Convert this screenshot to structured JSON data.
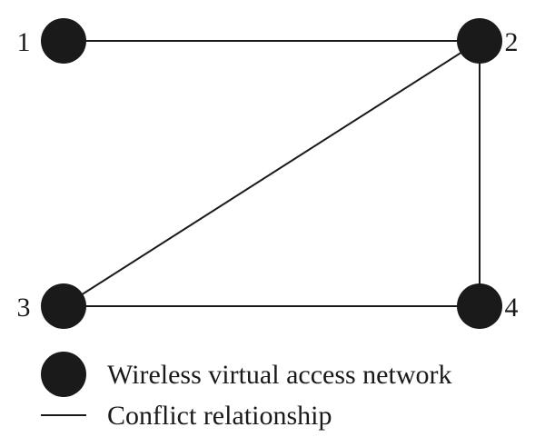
{
  "diagram": {
    "nodes": [
      {
        "id": "1",
        "label": "1"
      },
      {
        "id": "2",
        "label": "2"
      },
      {
        "id": "3",
        "label": "3"
      },
      {
        "id": "4",
        "label": "4"
      }
    ],
    "edges": [
      {
        "from": "1",
        "to": "2"
      },
      {
        "from": "2",
        "to": "3"
      },
      {
        "from": "2",
        "to": "4"
      },
      {
        "from": "3",
        "to": "4"
      }
    ],
    "colors": {
      "node": "#1a1a1a",
      "edge": "#1a1a1a"
    }
  },
  "legend": {
    "node_text": "Wireless virtual access network",
    "edge_text": "Conflict relationship"
  }
}
